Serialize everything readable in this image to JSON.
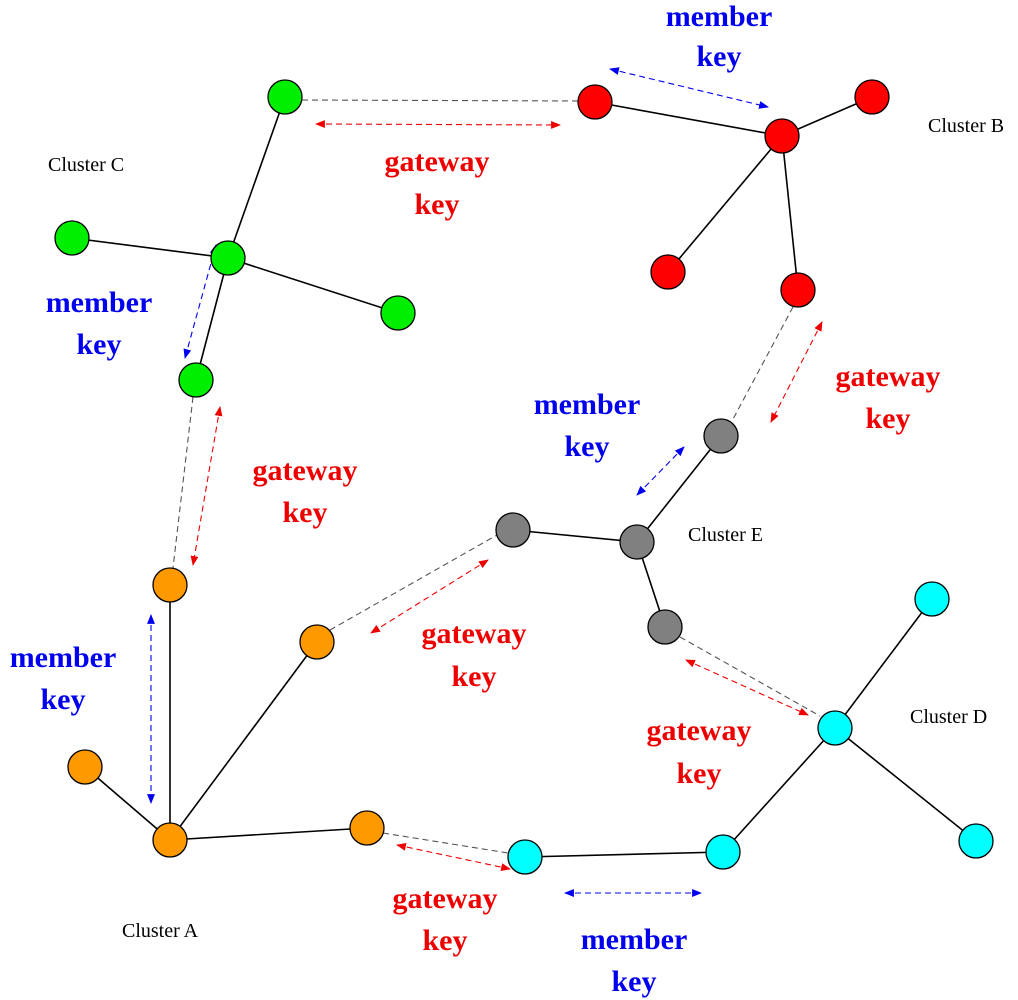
{
  "colors": {
    "cluster_a": "#ff9900",
    "cluster_b": "#ff0000",
    "cluster_c": "#00ee00",
    "cluster_d": "#00ffff",
    "cluster_e": "#808080",
    "member_key": "#0000ee",
    "gateway_key": "#ee0000"
  },
  "clusters": {
    "a": "Cluster A",
    "b": "Cluster B",
    "c": "Cluster C",
    "d": "Cluster D",
    "e": "Cluster E"
  },
  "key_labels": {
    "member_line1": "member",
    "gateway_line1": "gateway",
    "line2": "key"
  }
}
